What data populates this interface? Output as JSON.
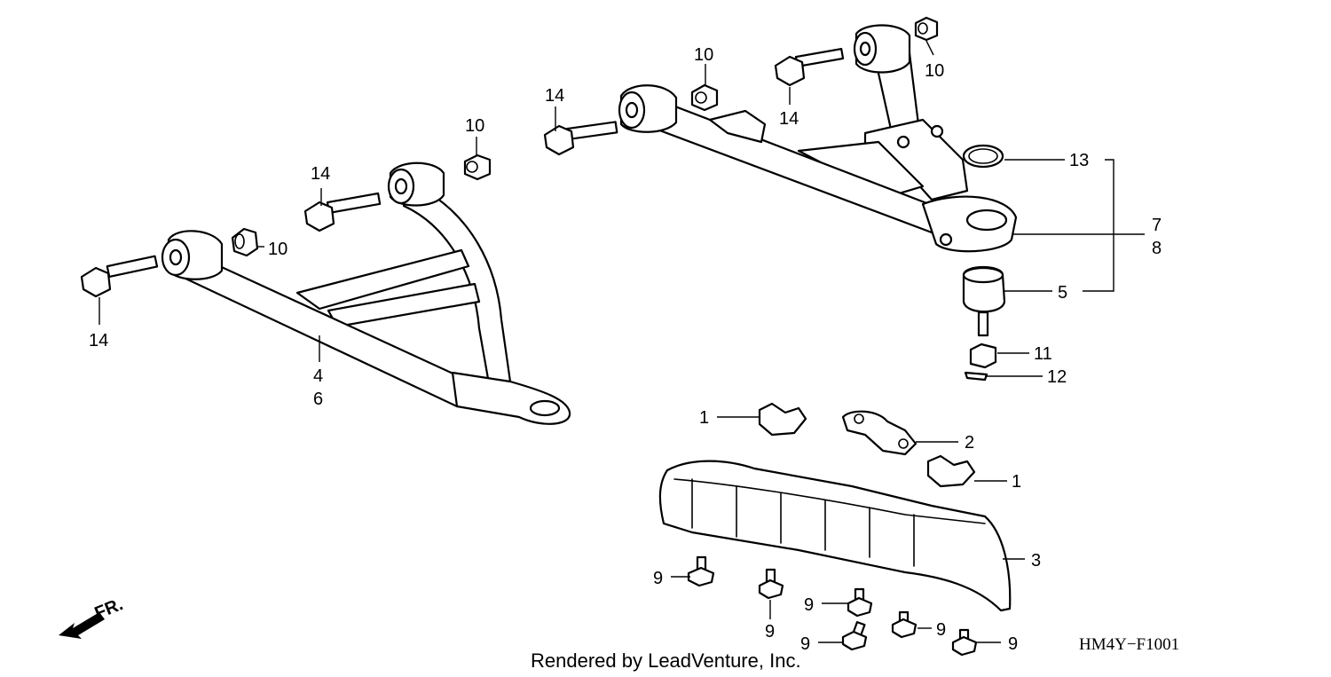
{
  "callouts": {
    "c14a": "14",
    "c14b": "14",
    "c14c": "14",
    "c14d": "14",
    "c10a": "10",
    "c10b": "10",
    "c10c": "10",
    "c10d": "10",
    "c4": "4",
    "c6": "6",
    "c13": "13",
    "c7": "7",
    "c8": "8",
    "c5": "5",
    "c11": "11",
    "c12": "12",
    "c1a": "1",
    "c1b": "1",
    "c2": "2",
    "c3": "3",
    "c9a": "9",
    "c9b": "9",
    "c9c": "9",
    "c9d": "9",
    "c9e": "9",
    "c9f": "9"
  },
  "direction_label": "FR.",
  "diagram_code": "HM4Y−F1001",
  "credit": "Rendered by LeadVenture, Inc."
}
